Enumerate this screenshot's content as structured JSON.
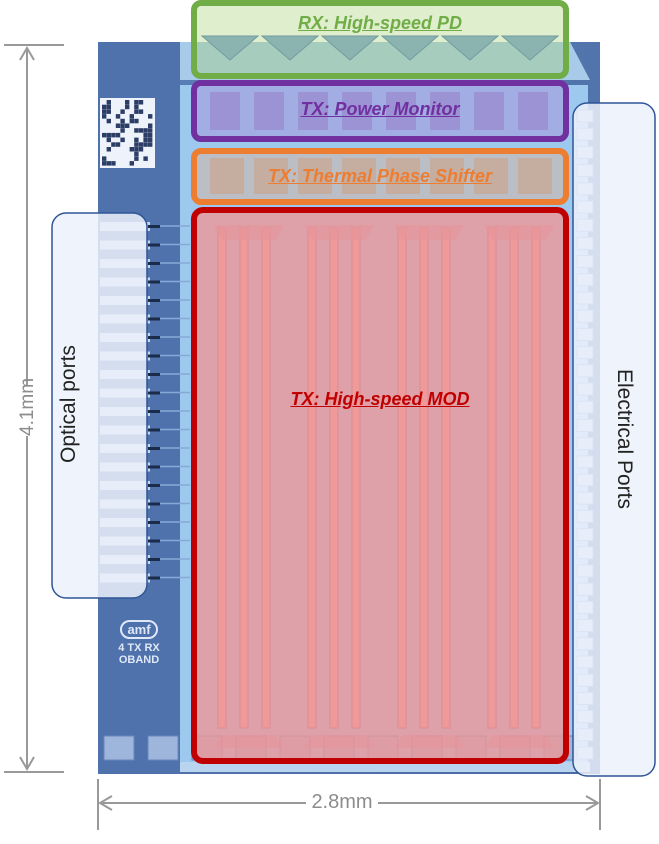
{
  "regions": {
    "rx_pd": {
      "label": "RX: High-speed PD",
      "color": "#70ad47"
    },
    "tx_pm": {
      "label": "TX: Power Monitor",
      "color": "#7030a0"
    },
    "tx_tps": {
      "label": "TX: Thermal Phase Shifter",
      "color": "#ed7d31"
    },
    "tx_mod": {
      "label": "TX: High-speed MOD",
      "color": "#c00000"
    }
  },
  "ports": {
    "optical": "Optical ports",
    "electrical": "Electrical Ports"
  },
  "dimensions": {
    "height": "4.1mm",
    "width": "2.8mm"
  },
  "logo": {
    "brand": "amf",
    "line1": "4  TX  RX",
    "line2": "OBAND"
  }
}
